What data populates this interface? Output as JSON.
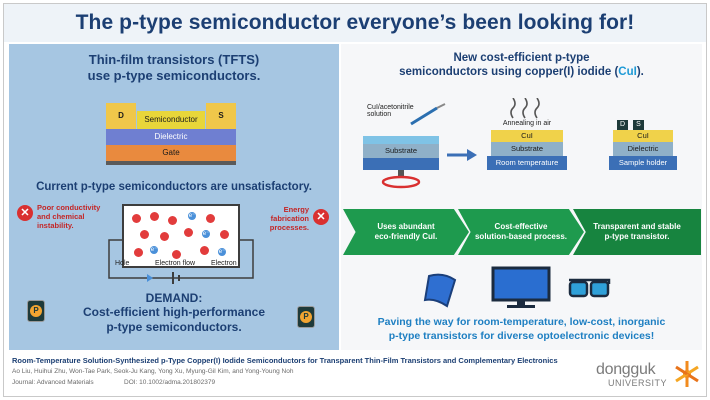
{
  "header": {
    "title": "The p-type semiconductor everyone’s been looking for!"
  },
  "left": {
    "tft_title_1": "Thin-film transistors (TFTS)",
    "tft_title_2": "use p-type semiconductors.",
    "layers": {
      "d": "D",
      "s": "S",
      "semiconductor": "Semiconductor",
      "dielectric": "Dielectric",
      "gate": "Gate"
    },
    "current_heading": "Current p-type semiconductors are unsatisfactory.",
    "problem_left_1": "Poor conductivity",
    "problem_left_2": "and chemical",
    "problem_left_3": "instability.",
    "problem_right_1": "Energy fabrication",
    "problem_right_2": "processes.",
    "circuit": {
      "hole": "Hole",
      "electron_flow": "Electron flow",
      "electron": "Electron",
      "e_symbol": "e⁻"
    },
    "demand_1": "DEMAND:",
    "demand_2": "Cost-efficient high-performance",
    "demand_3": "p-type semiconductors.",
    "badge_letter": "P"
  },
  "right": {
    "title_1": "New cost-efficient p-type",
    "title_2_a": "semiconductors using copper(I) iodide (",
    "title_2_b": "CuI",
    "title_2_c": ").",
    "process": {
      "solution_1": "CuI/acetonitrile",
      "solution_2": "solution",
      "substrate": "Substrate",
      "annealing": "Annealing in air",
      "cui": "CuI",
      "room_temp": "Room temperature",
      "d": "D",
      "s": "S",
      "dielectric": "Dielectric",
      "sample_holder": "Sample holder"
    },
    "benefits": [
      {
        "line1": "Uses abundant",
        "line2": "eco-friendly CuI."
      },
      {
        "line1": "Cost-effective",
        "line2": "solution-based process."
      },
      {
        "line1": "Transparent and stable",
        "line2": "p-type transistor."
      }
    ],
    "closing_1": "Paving the way for room-temperature, low-cost, inorganic",
    "closing_2": "p-type transistors for diverse optoelectronic devices!"
  },
  "footer": {
    "title": "Room-Temperature Solution-Synthesized p-Type Copper(I) Iodide Semiconductors for Transparent Thin-Film Transistors and Complementary Electronics",
    "authors": "Ao Liu, Huihui Zhu, Won-Tae Park, Seok-Ju Kang, Yong Xu, Myung-Gil Kim, and Yong-Young Noh",
    "journal": "Journal: Advanced Materials",
    "doi": "DOI: 10.1002/adma.201802379",
    "logo_main": "dongguk",
    "logo_sub": "UNIVERSITY"
  },
  "colors": {
    "accent_blue": "#1c3f73",
    "cui_cyan": "#1e9ad6",
    "chevron_green": "#1e9a4e",
    "alert_red": "#d93030"
  }
}
